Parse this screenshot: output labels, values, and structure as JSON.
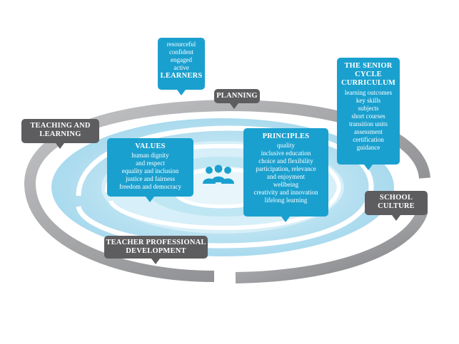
{
  "learners": {
    "lines": [
      "resourceful",
      "confident",
      "engaged",
      "active"
    ],
    "heading": "LEARNERS"
  },
  "planning": {
    "heading": "PLANNING"
  },
  "teaching": {
    "heading_line1": "TEACHING AND",
    "heading_line2": "LEARNING"
  },
  "values": {
    "heading": "VALUES",
    "lines": [
      "human dignity",
      "and respect",
      "equality and inclusion",
      "justice and fairness",
      "freedom and democracy"
    ]
  },
  "principles": {
    "heading": "PRINCIPLES",
    "lines": [
      "quality",
      "inclusive education",
      "choice and flexibility",
      "participation, relevance",
      "and enjoyment",
      "wellbeing",
      "creativity and innovation",
      "lifelong learning"
    ]
  },
  "curriculum": {
    "heading_line1": "THE SENIOR",
    "heading_line2": "CYCLE",
    "heading_line3": "CURRICULUM",
    "lines": [
      "learning outcomes",
      "key skills",
      "subjects",
      "short courses",
      "transition units",
      "assessment",
      "certification",
      "guidance"
    ]
  },
  "school_culture": {
    "heading_line1": "SCHOOL",
    "heading_line2": "CULTURE"
  },
  "teacher_pd": {
    "heading_line1": "TEACHER PROFESSIONAL",
    "heading_line2": "DEVELOPMENT"
  },
  "colors": {
    "blue": "#1aa0cf",
    "dark_grey": "#5d5d5f",
    "outer_ring": "#a7a9ac",
    "light_blue": "#c9e9f4"
  },
  "icons": {
    "center": "people-group-icon"
  }
}
